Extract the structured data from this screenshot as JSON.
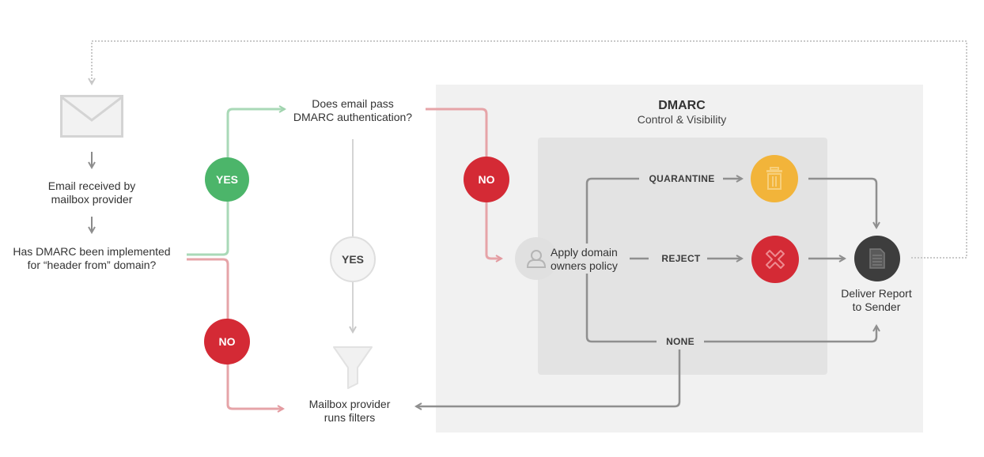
{
  "diagram": {
    "title": "DMARC",
    "subtitle": "Control & Visibility",
    "nodes": {
      "email_received": "Email received by\nmailbox provider",
      "has_dmarc_line1": "Has DMARC been implemented",
      "has_dmarc_line2": "for “header from” domain?",
      "email_received_line1": "Email received by",
      "email_received_line2": "mailbox provider",
      "pass_auth_line1": "Does email pass",
      "pass_auth_line2": "DMARC authentication?",
      "apply_policy_line1": "Apply domain",
      "apply_policy_line2": "owners policy",
      "deliver_report_line1": "Deliver Report",
      "deliver_report_line2": "to Sender",
      "filters_line1": "Mailbox provider",
      "filters_line2": "runs filters"
    },
    "badges": {
      "yes_implemented": "YES",
      "no_implemented": "NO",
      "yes_pass": "YES",
      "no_pass": "NO"
    },
    "policies": {
      "quarantine": "QUARANTINE",
      "reject": "REJECT",
      "none": "NONE"
    },
    "icons": {
      "envelope": "envelope-icon",
      "user": "user-icon",
      "trash": "trash-icon",
      "reject": "x-icon",
      "report": "document-icon",
      "filter": "funnel-icon"
    },
    "colors": {
      "yes_green": "#4cb56a",
      "no_red": "#d42a35",
      "quarantine_amber": "#f2b43a",
      "report_dark": "#3d3d3d",
      "green_line": "#a9d9b7",
      "red_line": "#e6a4a8",
      "gray_line": "#9a9a9a"
    }
  }
}
